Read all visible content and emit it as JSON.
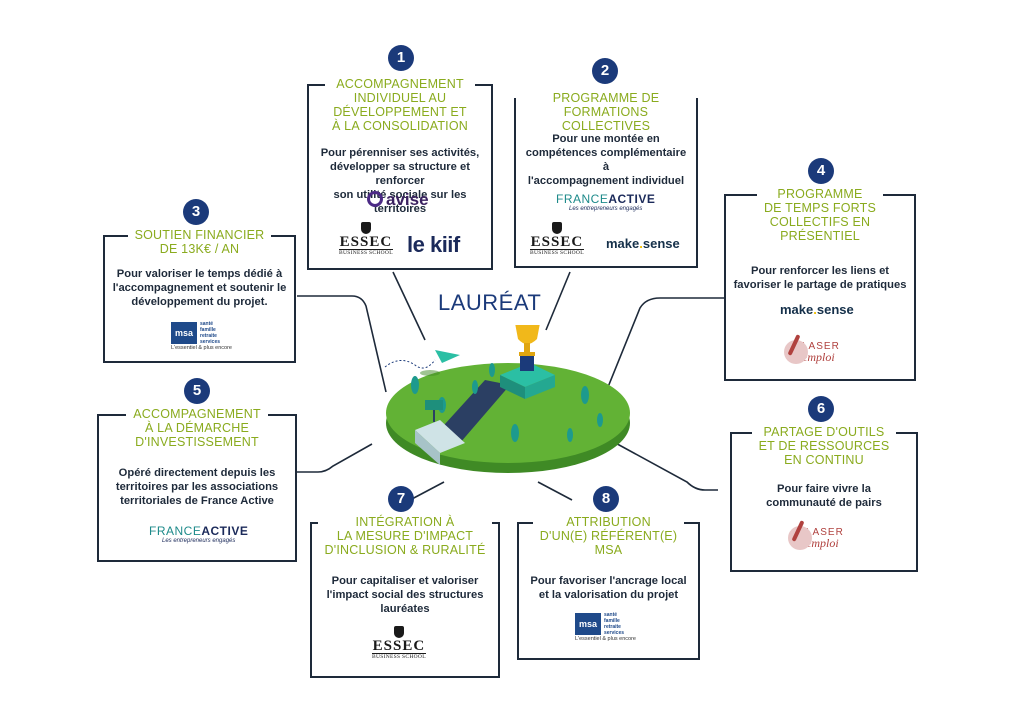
{
  "center": {
    "title": "LAURÉAT"
  },
  "colors": {
    "accent": "#8aab1e",
    "navy": "#1b3a7a",
    "border": "#1e2a3a",
    "island": "#62b235"
  },
  "boxes": [
    {
      "number": "1",
      "title": "ACCOMPAGNEMENT\nINDIVIDUEL AU\nDÉVELOPPEMENT ET\nÀ LA CONSOLIDATION",
      "description": "Pour pérenniser ses activités,\ndévelopper sa structure et renforcer\nson utilité sociale sur les territoires",
      "logos": [
        "avise",
        "essec",
        "le kiif"
      ]
    },
    {
      "number": "2",
      "title": "PROGRAMME DE\nFORMATIONS COLLECTIVES",
      "description": "Pour une montée en\ncompétences complémentaire à\nl'accompagnement individuel",
      "logos": [
        "franceactive",
        "essec",
        "makesense"
      ]
    },
    {
      "number": "3",
      "title": "SOUTIEN FINANCIER\nDE 13K€ / AN",
      "description": "Pour valoriser le temps dédié à\nl'accompagnement et soutenir le\ndéveloppement du projet.",
      "logos": [
        "msa"
      ]
    },
    {
      "number": "4",
      "title": "PROGRAMME\nDE TEMPS FORTS\nCOLLECTIFS EN\nPRÉSENTIEL",
      "description": "Pour renforcer les liens et\nfavoriser le partage de pratiques",
      "logos": [
        "makesense",
        "laser emploi"
      ]
    },
    {
      "number": "5",
      "title": "ACCOMPAGNEMENT\nÀ LA DÉMARCHE\nD'INVESTISSEMENT",
      "description": "Opéré directement depuis les\nterritoires par les associations\nterritoriales de France Active",
      "logos": [
        "franceactive"
      ]
    },
    {
      "number": "6",
      "title": "PARTAGE D'OUTILS\nET DE RESSOURCES\nEN CONTINU",
      "description": "Pour faire vivre la\ncommunauté de pairs",
      "logos": [
        "laser emploi"
      ]
    },
    {
      "number": "7",
      "title": "INTÉGRATION À\nLA MESURE D'IMPACT\nD'INCLUSION & RURALITÉ",
      "description": "Pour capitaliser et valoriser\nl'impact social des structures\nlauréates",
      "logos": [
        "essec"
      ]
    },
    {
      "number": "8",
      "title": "ATTRIBUTION\nD'UN(E) RÉFÉRENT(E)\nMSA",
      "description": "Pour favoriser l'ancrage local\net la valorisation du projet",
      "logos": [
        "msa"
      ]
    }
  ],
  "logo_text": {
    "avise": "avise",
    "lekiif": "le kiif",
    "essec_name": "ESSEC",
    "essec_sub": "BUSINESS SCHOOL",
    "fa_name1": "FRANCE",
    "fa_name2": "ACTIVE",
    "fa_sub": "Les entrepreneurs engagés",
    "makesense1": "make",
    "makesense2": "sense",
    "msa_box": "msa",
    "msa_lines": "santé\nfamille\nretraite\nservices",
    "msa_tag": "L'essentiel & plus encore",
    "laser1": "LASER",
    "laser2": "emploi"
  }
}
